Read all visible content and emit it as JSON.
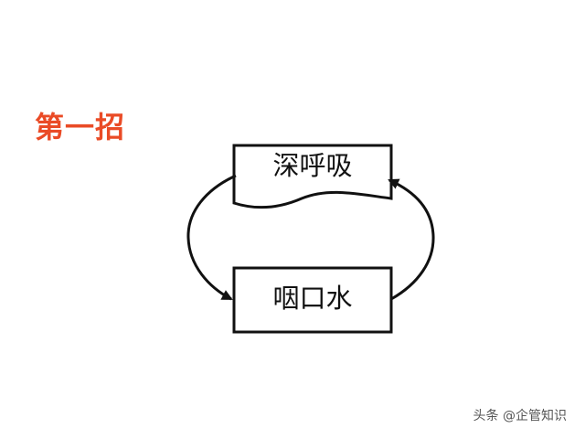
{
  "title": "第一招",
  "colors": {
    "title": "#ea4b26",
    "stroke": "#111111",
    "text": "#111111"
  },
  "nodes": {
    "top": {
      "label": "深呼吸",
      "shape": "document-wave"
    },
    "bottom": {
      "label": "咽口水",
      "shape": "rectangle"
    }
  },
  "edges": [
    {
      "from": "top",
      "to": "bottom",
      "side": "left"
    },
    {
      "from": "bottom",
      "to": "top",
      "side": "right"
    }
  ],
  "watermark": "头条 @企管知识"
}
